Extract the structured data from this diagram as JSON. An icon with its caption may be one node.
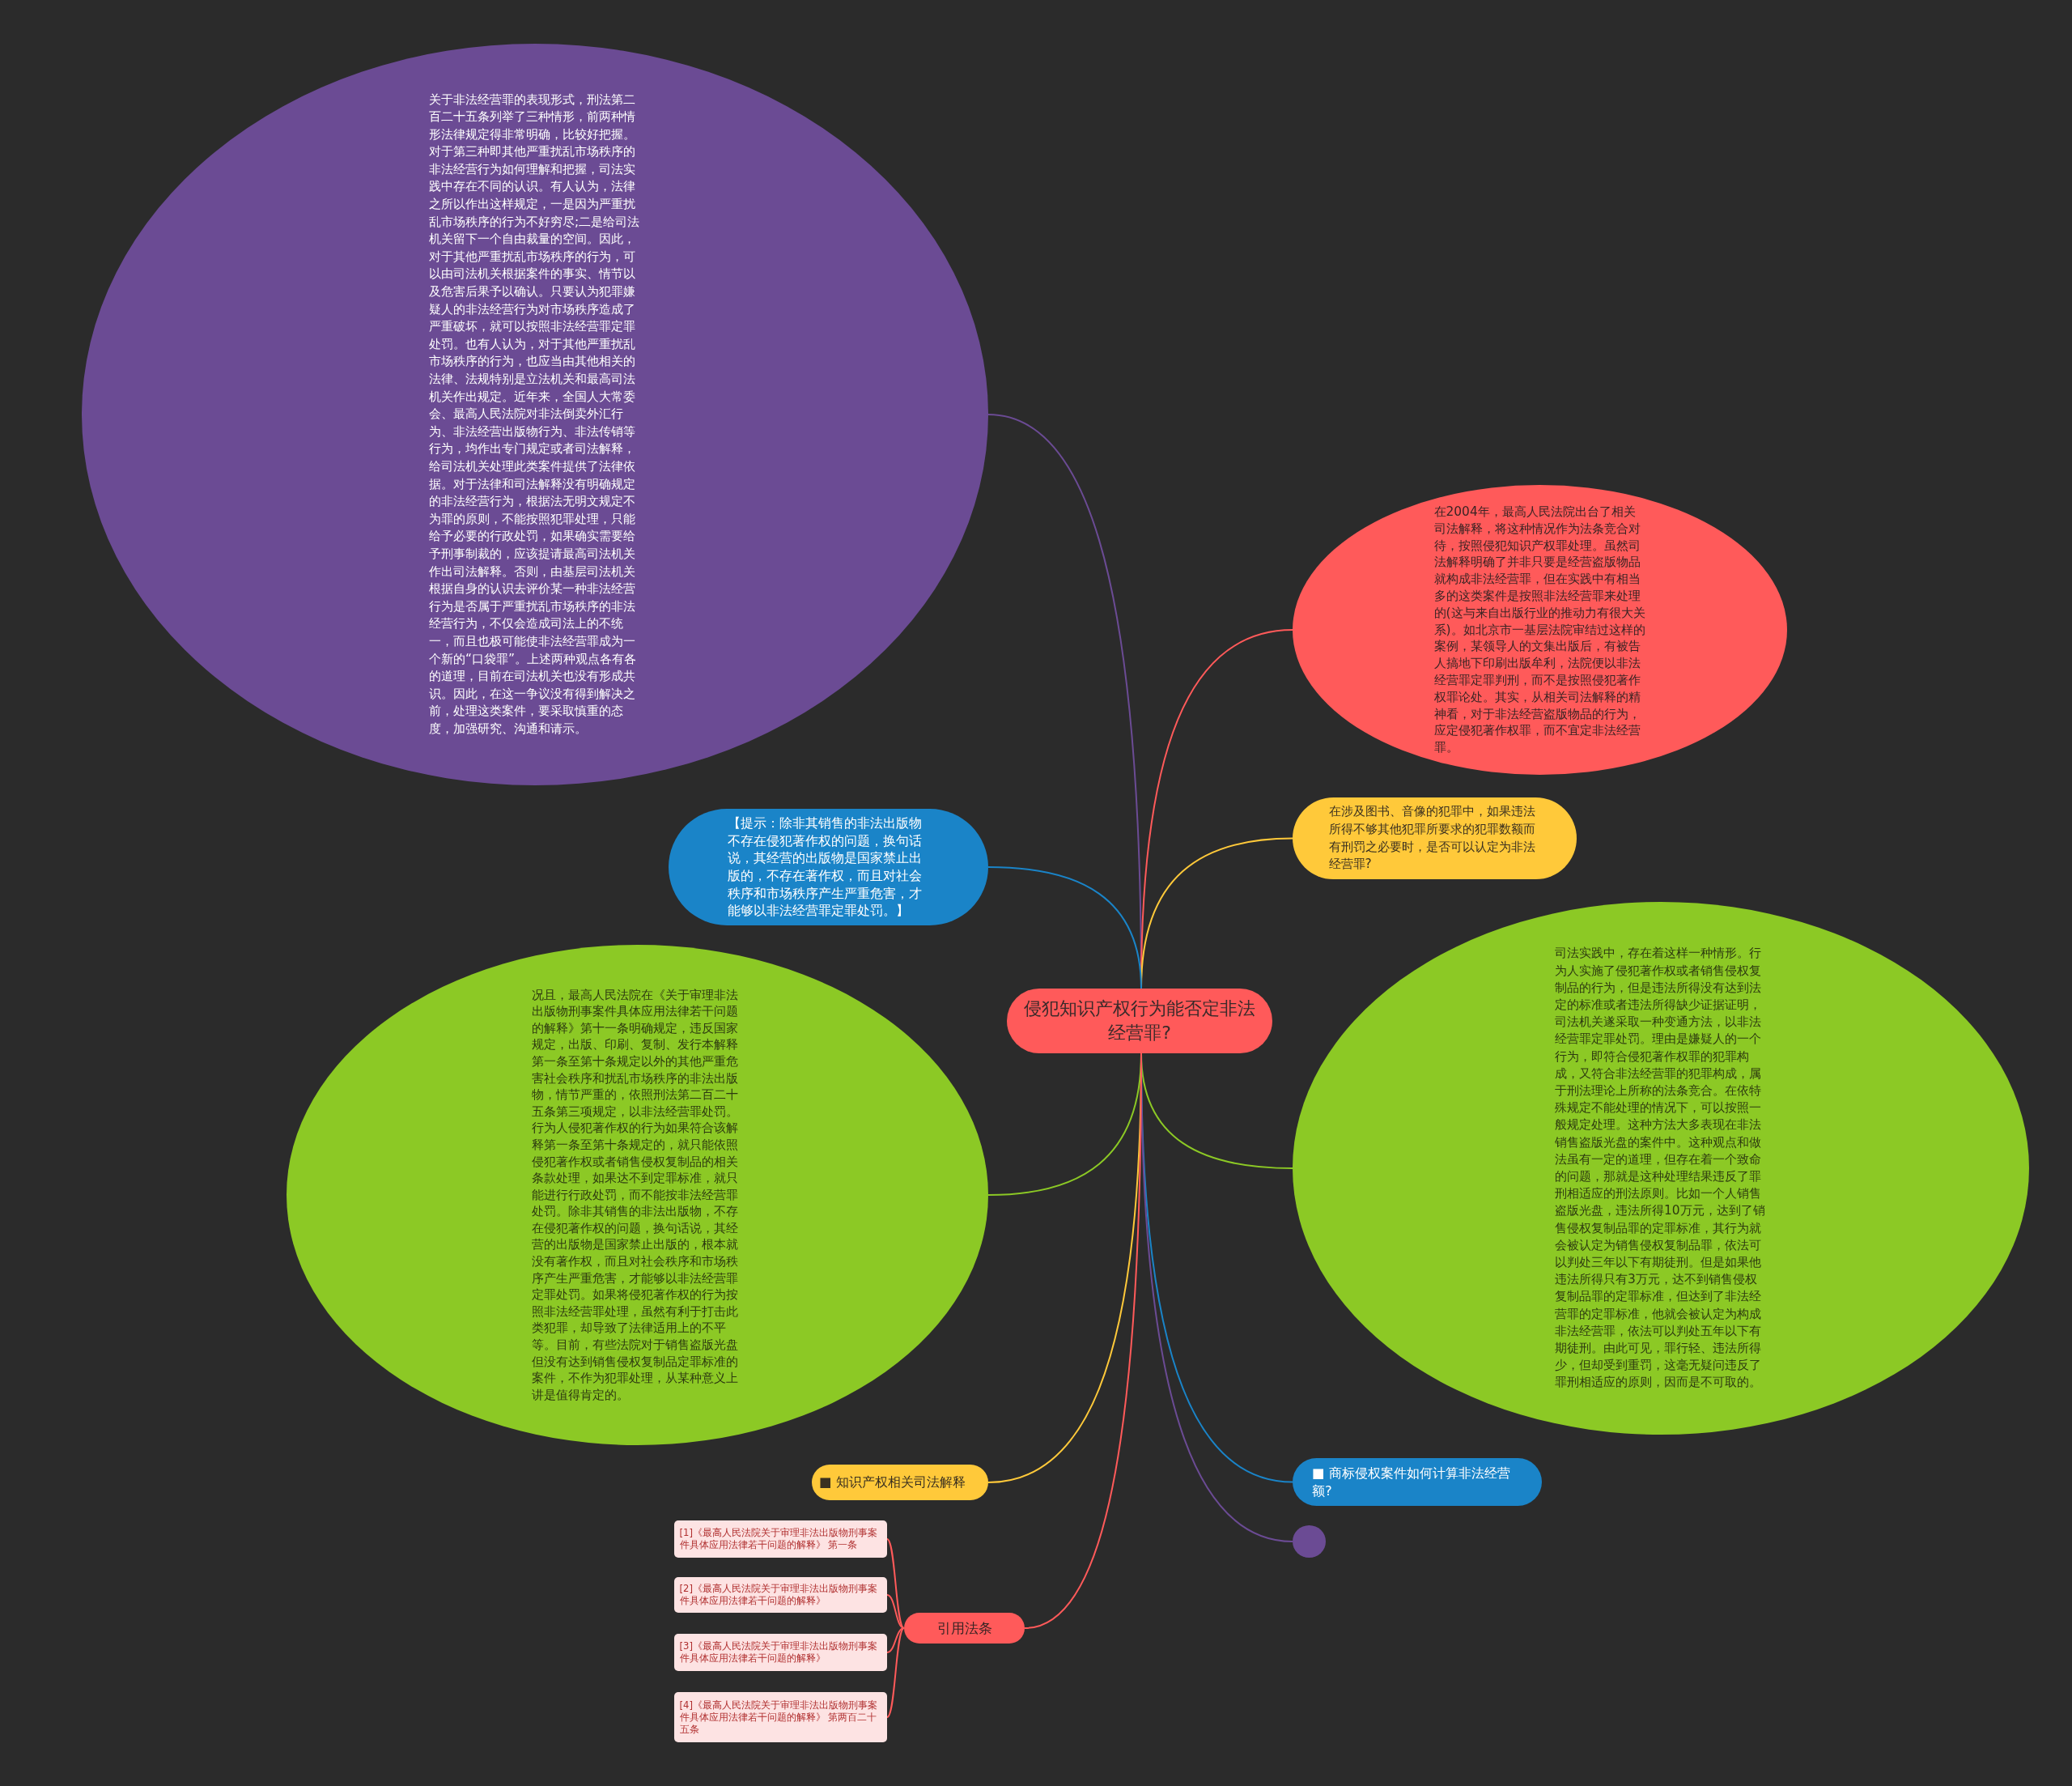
{
  "diagram": {
    "nodes": [
      {
        "text": [
          "侵犯知识产权行为能否定非法经营罪?"
        ]
      },
      {
        "text": [
          "关于非法经营罪的表现形式，刑法第二百二十五条列举了三种情形，前两种情形法律规定得非常明确，比较好把握。对于第三种即其他严重扰乱市场秩序的非法经营行为如何理解和把握，司法实践中存在不同的认识。有人认为，法律之所以作出这样规定，一是因为严重扰乱市场秩序的行为不好穷尽;二是给司法机关留下一个自由裁量的空间。因此，对于其他严重扰乱市场秩序的行为，可以由司法机关根据案件的事实、情节以及危害后果予以确认。只要认为犯罪嫌疑人的非法经营行为对市场秩序造成了严重破坏，就可以按照非法经营罪定罪处罚。也有人认为，对于其他严重扰乱市场秩序的行为，也应当由其他相关的法律、法规特别是立法机关和最高司法机关作出规定。近年来，全国人大常委会、最高人民法院对非法倒卖外汇行为、非法经营出版物行为、非法传销等行为，均作出专门规定或者司法解释，给司法机关处理此类案件提供了法律依据。对于法律和司法解释没有明确规定的非法经营行为，根据法无明文规定不为罪的原则，不能按照犯罪处理，只能给予必要的行政处罚，如果确实需要给予刑事制裁的，应该提请最高司法机关作出司法解释。否则，由基层司法机关根据自身的认识去评价某一种非法经营行为是否属于严重扰乱市场秩序的非法经营行为，不仅会造成司法上的不统一，而且也极可能使非法经营罪成为一个新的“口袋罪”。上述两种观点各有各的道理，目前在司法机关也没有形成共识。因此，在这一争议没有得到解决之前，处理这类案件，要采取慎重的态度，加强研究、沟通和请示。"
        ]
      },
      {
        "text": [
          "在2004年，最高人民法院出台了相关司法解释，将这种情况作为法条竞合对待，按照侵犯知识产权罪处理。虽然司法解释明确了并非只要是经营盗版物品就构成非法经营罪，但在实践中有相当多的这类案件是按照非法经营罪来处理的(这与来自出版行业的推动力有很大关系)。如北京市一基层法院审结过这样的案例，某领导人的文集出版后，有被告人搞地下印刷出版牟利，法院便以非法经营罪定罪判刑，而不是按照侵犯著作权罪论处。其实，从相关司法解释的精神看，对于非法经营盗版物品的行为，应定侵犯著作权罪，而不宜定非法经营罪。"
        ]
      },
      {
        "text": [
          "在涉及图书、音像的犯罪中，如果违法所得不够其他犯罪所要求的犯罪数额而有刑罚之必要时，是否可以认定为非法经营罪?"
        ]
      },
      {
        "text": [
          "【提示：除非其销售的非法出版物不存在侵犯著作权的问题，换句话说，其经营的出版物是国家禁止出版的，不存在著作权，而且对社会秩序和市场秩序产生严重危害，才能够以非法经营罪定罪处罚。】"
        ]
      },
      {
        "text": [
          "司法实践中，存在着这样一种情形。行为人实施了侵犯著作权或者销售侵权复制品的行为，但是违法所得没有达到法定的标准或者违法所得缺少证据证明，司法机关遂采取一种变通方法，以非法经营罪定罪处罚。理由是嫌疑人的一个行为，即符合侵犯著作权罪的犯罪构成，又符合非法经营罪的犯罪构成，属于刑法理论上所称的法条竞合。在依特殊规定不能处理的情况下，可以按照一般规定处理。这种方法大多表现在非法销售盗版光盘的案件中。这种观点和做法虽有一定的道理，但存在着一个致命的问题，那就是这种处理结果违反了罪刑相适应的刑法原则。比如一个人销售盗版光盘，违法所得10万元，达到了销售侵权复制品罪的定罪标准，其行为就会被认定为销售侵权复制品罪，依法可以判处三年以下有期徒刑。但是如果他违法所得只有3万元，达不到销售侵权复制品罪的定罪标准，但达到了非法经营罪的定罪标准，他就会被认定为构成非法经营罪，依法可以判处五年以下有期徒刑。由此可见，罪行轻、违法所得少，但却受到重罚，这毫无疑问违反了罪刑相适应的原则，因而是不可取的。"
        ]
      },
      {
        "text": [
          "况且，最高人民法院在《关于审理非法出版物刑事案件具体应用法律若干问题的解释》第十一条明确规定，违反国家规定，出版、印刷、复制、发行本解释第一条至第十条规定以外的其他严重危害社会秩序和扰乱市场秩序的非法出版物，情节严重的，依照刑法第二百二十五条第三项规定，以非法经营罪处罚。行为人侵犯著作权的行为如果符合该解释第一条至第十条规定的，就只能依照侵犯著作权或者销售侵权复制品的相关条款处理，如果达不到定罪标准，就只能进行行政处罚，而不能按非法经营罪处罚。除非其销售的非法出版物，不存在侵犯著作权的问题，换句话说，其经营的出版物是国家禁止出版的，根本就没有著作权，而且对社会秩序和市场秩序产生严重危害，才能够以非法经营罪定罪处罚。如果将侵犯著作权的行为按照非法经营罪处理，虽然有利于打击此类犯罪，却导致了法律适用上的不平等。目前，有些法院对于销售盗版光盘但没有达到销售侵权复制品定罪标准的案件，不作为犯罪处理，从某种意义上讲是值得肯定的。"
        ]
      },
      {
        "text": [
          "■ 知识产权相关司法解释"
        ]
      },
      {
        "text": [
          "■ 商标侵权案件如何计算非法经营额?"
        ]
      },
      {
        "text": [],
        "shape": "circle"
      },
      {
        "text": [
          "引用法条"
        ]
      },
      {
        "text": [
          "[1]《最高人民法院关于审理非法出版物刑事案件具体应用法律若干问题的解释》 第一条"
        ]
      },
      {
        "text": [
          "[2]《最高人民法院关于审理非法出版物刑事案件具体应用法律若干问题的解释》"
        ]
      },
      {
        "text": [
          "[3]《最高人民法院关于审理非法出版物刑事案件具体应用法律若干问题的解释》"
        ]
      },
      {
        "text": [
          "[4]《最高人民法院关于审理非法出版物刑事案件具体应用法律若干问题的解释》 第两百二十五条"
        ]
      }
    ],
    "edges": [
      {
        "from": 0,
        "to": 1,
        "arrow": "none",
        "color": "#6b4b94"
      },
      {
        "from": 0,
        "to": 2,
        "arrow": "none",
        "color": "#ff5a5a"
      },
      {
        "from": 0,
        "to": 3,
        "arrow": "none",
        "color": "#ffc93a"
      },
      {
        "from": 0,
        "to": 4,
        "arrow": "none",
        "color": "#1a84c8"
      },
      {
        "from": 0,
        "to": 5,
        "arrow": "none",
        "color": "#8cc925"
      },
      {
        "from": 0,
        "to": 6,
        "arrow": "none",
        "color": "#8cc925"
      },
      {
        "from": 0,
        "to": 7,
        "arrow": "none",
        "color": "#ffc93a"
      },
      {
        "from": 0,
        "to": 8,
        "arrow": "none",
        "color": "#1a84c8"
      },
      {
        "from": 0,
        "to": 9,
        "arrow": "none",
        "color": "#6b4b94"
      },
      {
        "from": 0,
        "to": 10,
        "arrow": "none",
        "color": "#ff5a5a"
      },
      {
        "from": 10,
        "to": 11,
        "arrow": "none",
        "color": "#ff5a5a"
      },
      {
        "from": 10,
        "to": 12,
        "arrow": "none",
        "color": "#ff5a5a"
      },
      {
        "from": 10,
        "to": 13,
        "arrow": "none",
        "color": "#ff5a5a"
      },
      {
        "from": 10,
        "to": 14,
        "arrow": "none",
        "color": "#ff5a5a"
      }
    ]
  }
}
